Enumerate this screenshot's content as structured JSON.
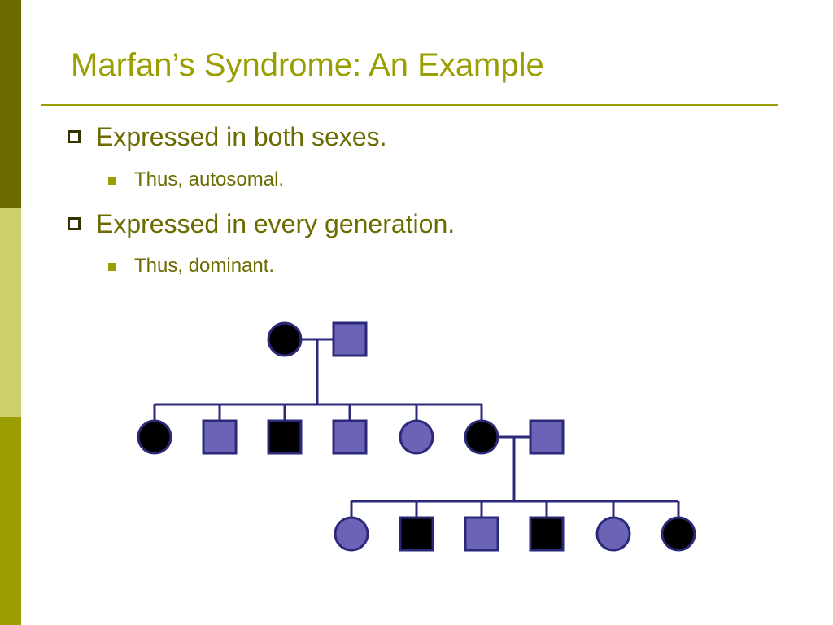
{
  "slide": {
    "title": "Marfan’s Syndrome: An Example",
    "bullets": [
      {
        "text": "Expressed in both sexes.",
        "sub": "Thus, autosomal."
      },
      {
        "text": "Expressed in every generation.",
        "sub": "Thus, dominant."
      }
    ]
  },
  "colors": {
    "accent": "#9a9e00",
    "dark_olive": "#6b6b00",
    "light_olive": "#cdd06a",
    "unaffected_fill": "#6b63b5",
    "affected_fill": "#000000",
    "pedigree_line": "#2b2a7a"
  },
  "pedigree": {
    "legend_note": "",
    "generations": [
      {
        "id": "I",
        "members": [
          {
            "sex": "female",
            "affected": true
          },
          {
            "sex": "male",
            "affected": false
          }
        ]
      },
      {
        "id": "II",
        "members": [
          {
            "sex": "female",
            "affected": true
          },
          {
            "sex": "male",
            "affected": false
          },
          {
            "sex": "male",
            "affected": true
          },
          {
            "sex": "male",
            "affected": false
          },
          {
            "sex": "female",
            "affected": false
          },
          {
            "sex": "female",
            "affected": true
          },
          {
            "sex": "male",
            "affected": false,
            "married_in": true
          }
        ]
      },
      {
        "id": "III",
        "members": [
          {
            "sex": "female",
            "affected": false
          },
          {
            "sex": "male",
            "affected": true
          },
          {
            "sex": "male",
            "affected": false
          },
          {
            "sex": "male",
            "affected": true
          },
          {
            "sex": "female",
            "affected": false
          },
          {
            "sex": "female",
            "affected": true
          }
        ]
      }
    ]
  }
}
